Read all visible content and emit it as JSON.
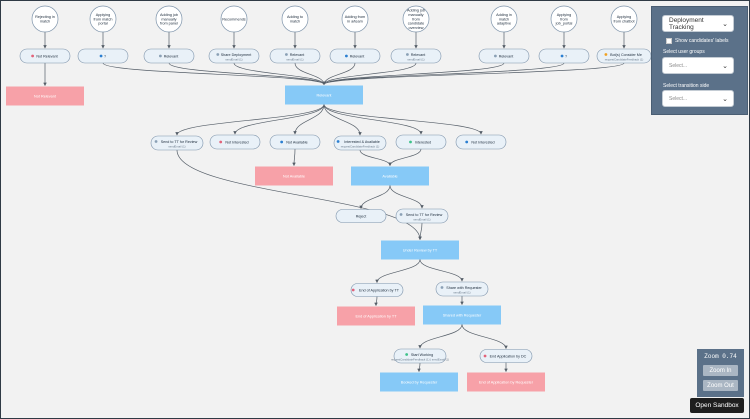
{
  "source_nodes": [
    {
      "id": "s1",
      "label": "Rejecting in match"
    },
    {
      "id": "s2",
      "label": "Applying from match portal"
    },
    {
      "id": "s3",
      "label": "Adding job manually from panel"
    },
    {
      "id": "s4",
      "label": "Recommends"
    },
    {
      "id": "s5",
      "label": "Adding to match"
    },
    {
      "id": "s6",
      "label": "Adding from in a/team"
    },
    {
      "id": "s7",
      "label": "Adding job manually from candidate overview"
    },
    {
      "id": "s8",
      "label": "Adding in match adaptive"
    },
    {
      "id": "s9",
      "label": "Applying from job_portal"
    },
    {
      "id": "s10",
      "label": "Applying from chatbot"
    }
  ],
  "event_nodes": [
    {
      "id": "e1",
      "dot": "#e2637a",
      "label": "Not Relevant",
      "sub": ""
    },
    {
      "id": "e2",
      "dot": "#2b7fd1",
      "label": "?",
      "sub": ""
    },
    {
      "id": "e3",
      "dot": "#8aa0b5",
      "label": "Relevant",
      "sub": ""
    },
    {
      "id": "e4",
      "dot": "#8aa0b5",
      "label": "Share Deployment",
      "sub": "sendEmail (1)"
    },
    {
      "id": "e5",
      "dot": "#8aa0b5",
      "label": "Relevant",
      "sub": "sendEmail (1)"
    },
    {
      "id": "e6",
      "dot": "#2b7fd1",
      "label": "Relevant",
      "sub": ""
    },
    {
      "id": "e7",
      "dot": "#8aa0b5",
      "label": "Relevant",
      "sub": "sendEmail (1)"
    },
    {
      "id": "e8",
      "dot": "#8aa0b5",
      "label": "Relevant",
      "sub": ""
    },
    {
      "id": "e9",
      "dot": "#2b7fd1",
      "label": "?",
      "sub": ""
    },
    {
      "id": "e10",
      "dot": "#f0a020",
      "label": "Bot(s) Consider Me",
      "sub": "requestCandidateFeedback (1)"
    },
    {
      "id": "e11",
      "dot": "#8aa0b5",
      "label": "Send to TT for Review",
      "sub": "sendEmail (1)"
    },
    {
      "id": "e12",
      "dot": "#e2637a",
      "label": "Not Interested",
      "sub": ""
    },
    {
      "id": "e13",
      "dot": "#2b7fd1",
      "label": "Not Available",
      "sub": ""
    },
    {
      "id": "e14",
      "dot": "#2b7fd1",
      "label": "Interested & Available",
      "sub": "requestCandidateFeedback (1)"
    },
    {
      "id": "e15",
      "dot": "#3ec28a",
      "label": "Interested",
      "sub": ""
    },
    {
      "id": "e16",
      "dot": "#2b7fd1",
      "label": "Not Interested",
      "sub": ""
    },
    {
      "id": "e17",
      "dot": "",
      "label": "Reject",
      "sub": ""
    },
    {
      "id": "e18",
      "dot": "#8aa0b5",
      "label": "Send to TT for Review",
      "sub": "sendEmail (1)"
    },
    {
      "id": "e19",
      "dot": "#e2637a",
      "label": "End of Application by TT",
      "sub": ""
    },
    {
      "id": "e20",
      "dot": "#8aa0b5",
      "label": "Share with Requester",
      "sub": "sendEmail (1)"
    },
    {
      "id": "e21",
      "dot": "#3ec28a",
      "label": "Start Working",
      "sub": "requestCandidateFeedback (1) | sendEmail (1)"
    },
    {
      "id": "e22",
      "dot": "#e2637a",
      "label": "End Application by DC",
      "sub": ""
    }
  ],
  "state_nodes": [
    {
      "id": "t1",
      "kind": "neg",
      "label": "Not Relevant"
    },
    {
      "id": "t2",
      "kind": "pos",
      "label": "Relevant"
    },
    {
      "id": "t3",
      "kind": "neg",
      "label": "Not Available"
    },
    {
      "id": "t4",
      "kind": "pos",
      "label": "Available"
    },
    {
      "id": "t5",
      "kind": "pos",
      "label": "Under Review by TT"
    },
    {
      "id": "t6",
      "kind": "neg",
      "label": "End of Application by TT"
    },
    {
      "id": "t7",
      "kind": "pos",
      "label": "Shared with Requester"
    },
    {
      "id": "t8",
      "kind": "pos",
      "label": "Booked by Requester"
    },
    {
      "id": "t9",
      "kind": "neg",
      "label": "End of Application by Requester"
    }
  ],
  "edges": [
    {
      "from": "s1",
      "to": "e1"
    },
    {
      "from": "s2",
      "to": "e2"
    },
    {
      "from": "s3",
      "to": "e3"
    },
    {
      "from": "s4",
      "to": "e4"
    },
    {
      "from": "s5",
      "to": "e5"
    },
    {
      "from": "s6",
      "to": "e6"
    },
    {
      "from": "s7",
      "to": "e7"
    },
    {
      "from": "s8",
      "to": "e8"
    },
    {
      "from": "s9",
      "to": "e9"
    },
    {
      "from": "s10",
      "to": "e10"
    },
    {
      "from": "e1",
      "to": "t1"
    },
    {
      "from": "e2",
      "to": "t2"
    },
    {
      "from": "e3",
      "to": "t2"
    },
    {
      "from": "e4",
      "to": "t2"
    },
    {
      "from": "e5",
      "to": "t2"
    },
    {
      "from": "e6",
      "to": "t2"
    },
    {
      "from": "e7",
      "to": "t2"
    },
    {
      "from": "e8",
      "to": "t2"
    },
    {
      "from": "e9",
      "to": "t2"
    },
    {
      "from": "e10",
      "to": "t2"
    },
    {
      "from": "t2",
      "to": "e11"
    },
    {
      "from": "t2",
      "to": "e12"
    },
    {
      "from": "t2",
      "to": "e13"
    },
    {
      "from": "t2",
      "to": "e14"
    },
    {
      "from": "t2",
      "to": "e15"
    },
    {
      "from": "t2",
      "to": "e16"
    },
    {
      "from": "e13",
      "to": "t3"
    },
    {
      "from": "e14",
      "to": "t4"
    },
    {
      "from": "e15",
      "to": "t4"
    },
    {
      "from": "t4",
      "to": "e17"
    },
    {
      "from": "t4",
      "to": "e18"
    },
    {
      "from": "e11",
      "to": "t5"
    },
    {
      "from": "e18",
      "to": "t5"
    },
    {
      "from": "t5",
      "to": "e19"
    },
    {
      "from": "t5",
      "to": "e20"
    },
    {
      "from": "e19",
      "to": "t6"
    },
    {
      "from": "e20",
      "to": "t7"
    },
    {
      "from": "t7",
      "to": "e21"
    },
    {
      "from": "t7",
      "to": "e22"
    },
    {
      "from": "e21",
      "to": "t8"
    },
    {
      "from": "e22",
      "to": "t9"
    }
  ],
  "panel": {
    "workflow_select": "Deployment Tracking",
    "show_labels": "Show candidates' labels",
    "user_groups_label": "Select user groups",
    "user_groups_placeholder": "Select...",
    "transition_label": "Select transition side",
    "transition_placeholder": "Select..."
  },
  "zoom": {
    "label": "Zoom 0.74",
    "zoom_in": "Zoom In",
    "zoom_out": "Zoom Out"
  },
  "sandbox_button": "Open Sandbox",
  "colors": {
    "pos_state": "#86c9f7",
    "neg_state": "#f7a1a8",
    "event_fill": "#e9f1f8",
    "event_stroke": "#7d93aa",
    "edge": "#555e68"
  }
}
